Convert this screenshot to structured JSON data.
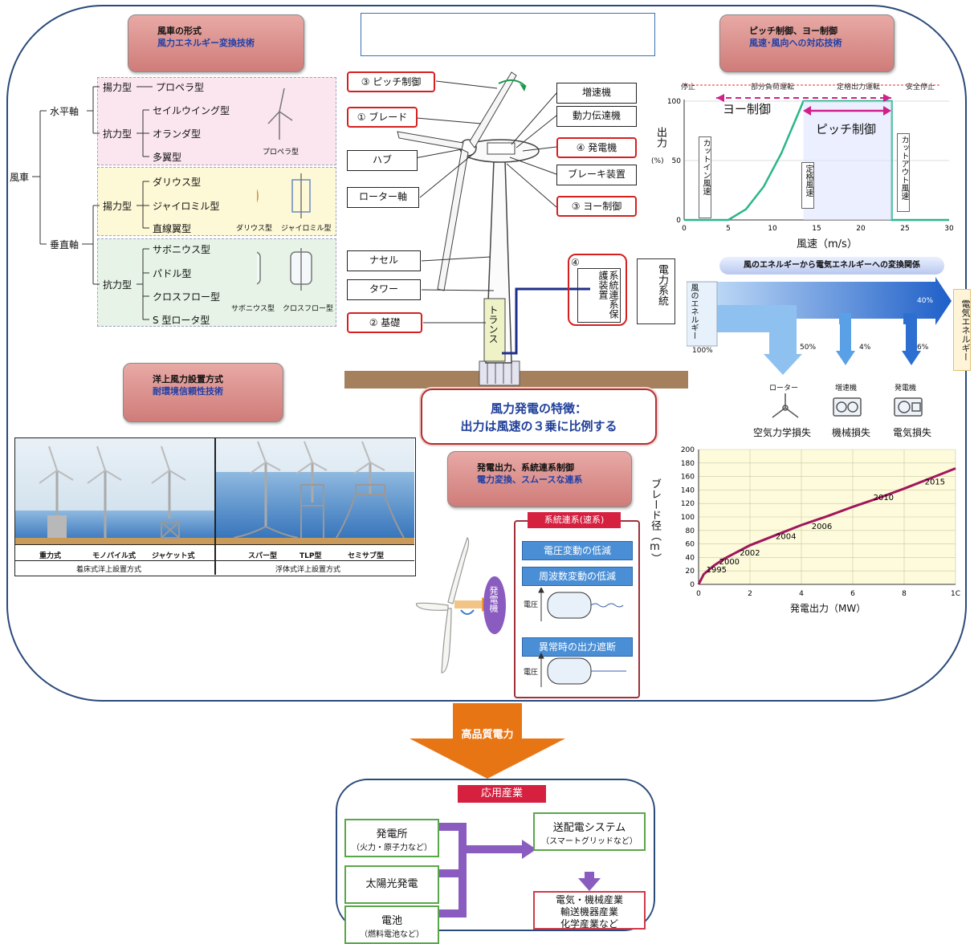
{
  "tags": {
    "windmill_type": {
      "line1": "風車の形式",
      "line2": "風力エネルギー変換技術"
    },
    "pitch_yaw": {
      "line1": "ピッチ制御、ヨー制御",
      "line2": "風速･風向への対応技術"
    },
    "offshore": {
      "line1": "洋上風力設置方式",
      "line2": "耐環境信頼性技術"
    },
    "output_control": {
      "line1": "発電出力、系統連系制御",
      "line2": "電力変換、スムースな連系"
    }
  },
  "classification": {
    "root": "風車",
    "horizontal": "水平軸",
    "vertical": "垂直軸",
    "h_lift": "揚力型",
    "h_drag": "抗力型",
    "v_lift": "揚力型",
    "v_drag": "抗力型",
    "propeller": "プロペラ型",
    "sail": "セイルウイング型",
    "dutch": "オランダ型",
    "multi": "多翼型",
    "propeller_caption": "プロペラ型",
    "darrieus": "ダリウス型",
    "gyromill": "ジャイロミル型",
    "straight": "直線翼型",
    "darrieus_caption": "ダリウス型",
    "gyromill_caption": "ジャイロミル型",
    "savonius": "サボニウス型",
    "paddle": "パドル型",
    "crossflow": "クロスフロー型",
    "srotor": "S 型ロータ型",
    "savonius_caption": "サボニウス型",
    "crossflow_caption": "クロスフロー型"
  },
  "turbine": {
    "pitch": "③ ピッチ制御",
    "blade": "① ブレード",
    "hub": "ハブ",
    "rotor_shaft": "ローター軸",
    "nacelle": "ナセル",
    "tower": "タワー",
    "foundation": "② 基礎",
    "gearbox": "増速機",
    "transmission": "動力伝達機",
    "generator": "④ 発電機",
    "brake": "ブレーキ装置",
    "yaw": "③ ヨー制御",
    "transformer": "トランス",
    "protection_num": "④",
    "protection": "系統連系保護装置",
    "grid": "電力系統"
  },
  "feature": {
    "line1": "風力発電の特徴：",
    "line2": "出力は風速の３乗に比例する"
  },
  "power_curve": {
    "phases": [
      "停止",
      "部分負荷運転",
      "定格出力運転",
      "安全停止"
    ],
    "yaw_label": "ヨー制御",
    "pitch_label": "ピッチ制御",
    "cutin": "カットイン風速",
    "rated": "定格風速",
    "cutout": "カットアウト風速",
    "ylabel": "出力",
    "yunit": "(%)",
    "xlabel": "風速（m/s）"
  },
  "conversion": {
    "title": "風のエネルギーから電気エネルギーへの変換関係",
    "input": "風のエネルギー",
    "input_pct": "100%",
    "output": "電気エネルギー",
    "output_pct": "40%",
    "rotor_pct": "50%",
    "gear_pct": "4%",
    "gen_pct": "6%",
    "rotor": "ローター",
    "gear": "増速機",
    "gen": "発電機",
    "rotor_loss": "空気力学損失",
    "gear_loss": "機械損失",
    "gen_loss": "電気損失"
  },
  "offshore": {
    "fixed": [
      "重力式",
      "モノパイル式",
      "ジャケット式"
    ],
    "floating": [
      "スパー型",
      "TLP型",
      "セミサブ型"
    ],
    "fixed_caption": "着床式洋上設置方式",
    "floating_caption": "浮体式洋上設置方式"
  },
  "grid_control": {
    "title": "系統連系(速系)",
    "voltage": "電圧変動の低減",
    "frequency": "周波数変動の低減",
    "shutoff": "異常時の出力遮断",
    "voltage_axis": "電圧",
    "voltage_axis2": "電圧",
    "generator": "発電機"
  },
  "quality_power": "高品質電力",
  "applications": {
    "title": "応用産業",
    "plant": "発電所",
    "plant_sub": "（火力・原子力など）",
    "solar": "太陽光発電",
    "battery": "電池",
    "battery_sub": "（燃料電池など）",
    "distribution": "送配電システム",
    "distribution_sub": "（スマートグリッドなど）",
    "ind1": "電気・機械産業",
    "ind2": "輸送機器産業",
    "ind3": "化学産業など"
  },
  "colors": {
    "frame": "#2a4a7a",
    "accent_red": "#d62020",
    "curve_green": "#2bb58a",
    "arrow_orange": "#e87514",
    "purple": "#8a5cc0"
  },
  "chart_data": [
    {
      "type": "line",
      "title": "",
      "xlabel": "風速（m/s）",
      "ylabel": "出力(%)",
      "xlim": [
        0,
        30
      ],
      "ylim": [
        0,
        100
      ],
      "xticks": [
        0,
        5,
        10,
        15,
        20,
        25,
        30
      ],
      "yticks": [
        0,
        50,
        100
      ],
      "series": [
        {
          "x": [
            0,
            5,
            7,
            9,
            11,
            13,
            13.5,
            23.5,
            23.5,
            30
          ],
          "y": [
            0,
            0,
            9,
            28,
            56,
            91,
            100,
            100,
            0,
            0
          ]
        }
      ]
    },
    {
      "type": "line",
      "title": "",
      "xlabel": "発電出力（MW）",
      "ylabel": "ブレード径（m）",
      "xlim": [
        0,
        10
      ],
      "ylim": [
        0,
        200
      ],
      "xticks": [
        0,
        2,
        4,
        6,
        8,
        10
      ],
      "xticklabels": [
        "0",
        "2",
        "4",
        "6",
        "8",
        "1C"
      ],
      "yticks": [
        0,
        20,
        40,
        60,
        80,
        100,
        120,
        140,
        160,
        180,
        200
      ],
      "series": [
        {
          "x": [
            0.0,
            0.2,
            0.6,
            1.0,
            2.0,
            3.0,
            4.0,
            5.0,
            6.0,
            7.0,
            8.0,
            9.0,
            10.0
          ],
          "y": [
            0,
            15,
            28,
            38,
            58,
            73,
            88,
            101,
            115,
            128,
            142,
            157,
            172
          ]
        }
      ],
      "annotations": [
        {
          "text": "1995",
          "x": 0.3,
          "y": 18
        },
        {
          "text": "2000",
          "x": 0.8,
          "y": 30
        },
        {
          "text": "2002",
          "x": 1.6,
          "y": 43
        },
        {
          "text": "2004",
          "x": 3.0,
          "y": 67
        },
        {
          "text": "2006",
          "x": 4.4,
          "y": 82
        },
        {
          "text": "2010",
          "x": 6.8,
          "y": 125
        },
        {
          "text": "2015",
          "x": 8.8,
          "y": 148
        }
      ]
    }
  ]
}
